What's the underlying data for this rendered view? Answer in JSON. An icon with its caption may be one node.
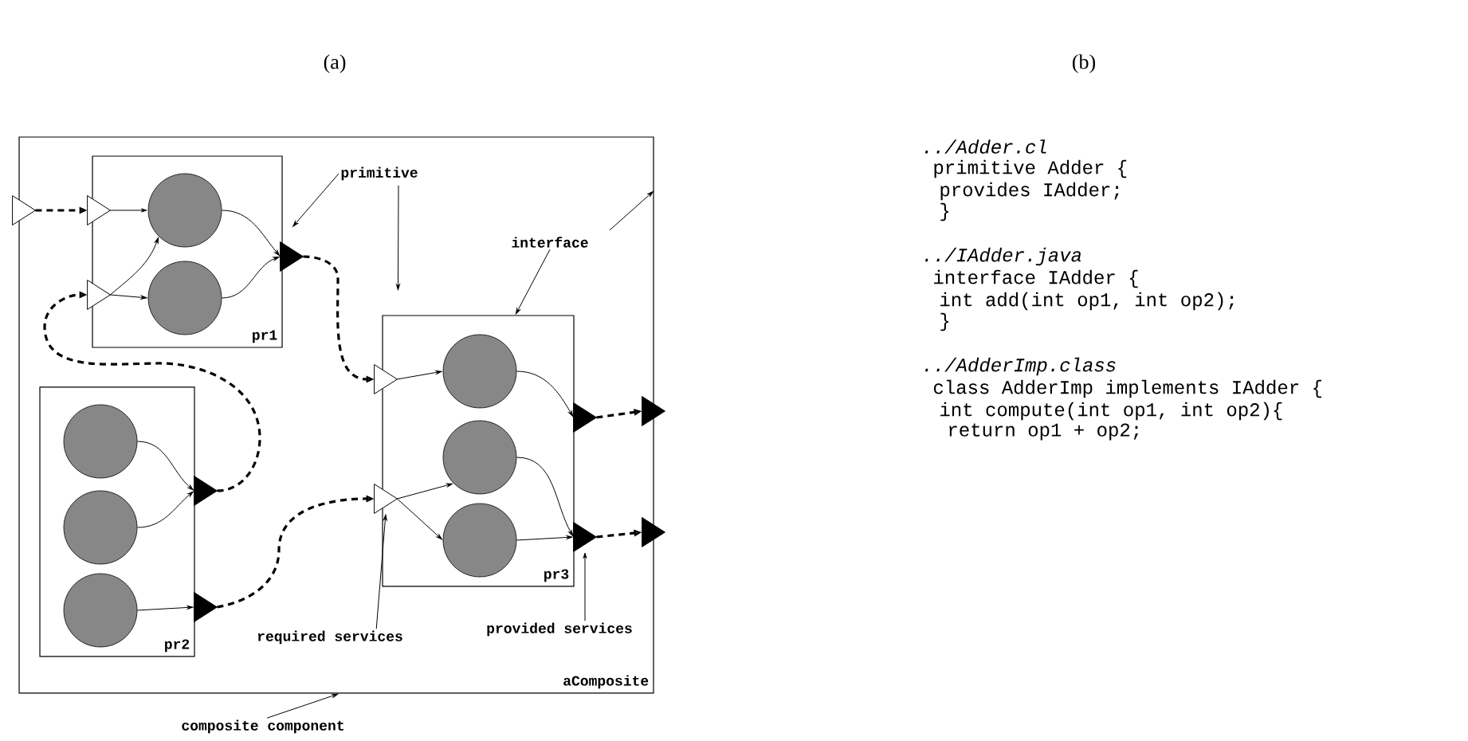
{
  "diagram": {
    "nodes": [
      {
        "text": [
          "aComposite"
        ]
      },
      {
        "text": [
          "pr1"
        ],
        "in": 0
      },
      {
        "text": [
          "pr2"
        ],
        "in": 0
      },
      {
        "text": [
          "pr3"
        ],
        "in": 0
      },
      {
        "text": [],
        "shape": "circle",
        "in": 1
      },
      {
        "text": [],
        "shape": "circle",
        "in": 1
      },
      {
        "text": [],
        "shape": "circle",
        "in": 2
      },
      {
        "text": [],
        "shape": "circle",
        "in": 2
      },
      {
        "text": [],
        "shape": "circle",
        "in": 2
      },
      {
        "text": [],
        "shape": "circle",
        "in": 3
      },
      {
        "text": [],
        "shape": "circle",
        "in": 3
      },
      {
        "text": [],
        "shape": "circle",
        "in": 3
      },
      {
        "text": [],
        "shape": "triangle"
      },
      {
        "text": [],
        "shape": "triangle",
        "in": 0
      },
      {
        "text": [],
        "shape": "triangle",
        "in": 0
      },
      {
        "text": [],
        "shape": "triangle",
        "in": 0
      },
      {
        "text": [],
        "shape": "triangle",
        "in": 0
      },
      {
        "text": [],
        "shape": "triangle",
        "in": 0
      },
      {
        "text": [],
        "shape": "triangle",
        "in": 0
      },
      {
        "text": [],
        "shape": "triangle",
        "in": 0
      },
      {
        "text": [],
        "shape": "triangle",
        "in": 0
      },
      {
        "text": [],
        "shape": "triangle",
        "in": 0
      },
      {
        "text": [],
        "shape": "triangle"
      },
      {
        "text": [],
        "shape": "triangle"
      },
      {
        "text": [
          "primitive"
        ],
        "in": 0
      },
      {
        "text": [
          "interface"
        ],
        "in": 0
      },
      {
        "text": [
          "required services"
        ],
        "in": 0
      },
      {
        "text": [
          "provided services"
        ],
        "in": 0
      },
      {
        "text": [
          "composite component"
        ]
      }
    ],
    "edges": [
      {
        "from": 12,
        "to": 13,
        "arrow": "to",
        "style": "dashed"
      },
      {
        "from": 16,
        "to": 14,
        "arrow": "to",
        "style": "dashed"
      },
      {
        "from": 15,
        "to": 18,
        "arrow": "to",
        "style": "dashed"
      },
      {
        "from": 17,
        "to": 19,
        "arrow": "to",
        "style": "dashed"
      },
      {
        "from": 20,
        "to": 22,
        "arrow": "to",
        "style": "dashed"
      },
      {
        "from": 21,
        "to": 23,
        "arrow": "to",
        "style": "dashed"
      },
      {
        "from": 13,
        "to": 4,
        "arrow": "to"
      },
      {
        "from": 14,
        "to": 4,
        "arrow": "to"
      },
      {
        "from": 14,
        "to": 5,
        "arrow": "to"
      },
      {
        "from": 4,
        "to": 15,
        "arrow": "to"
      },
      {
        "from": 5,
        "to": 15,
        "arrow": "to"
      },
      {
        "from": 6,
        "to": 16,
        "arrow": "to"
      },
      {
        "from": 7,
        "to": 16,
        "arrow": "to"
      },
      {
        "from": 8,
        "to": 17,
        "arrow": "to"
      },
      {
        "from": 18,
        "to": 9,
        "arrow": "to"
      },
      {
        "from": 19,
        "to": 10,
        "arrow": "to"
      },
      {
        "from": 19,
        "to": 11,
        "arrow": "to"
      },
      {
        "from": 9,
        "to": 20,
        "arrow": "to"
      },
      {
        "from": 10,
        "to": 21,
        "arrow": "to"
      },
      {
        "from": 11,
        "to": 21,
        "arrow": "to"
      },
      {
        "from": 24,
        "to": 1,
        "arrow": "to"
      },
      {
        "from": 24,
        "to": 3,
        "arrow": "to"
      },
      {
        "from": 25,
        "to": 3,
        "arrow": "to"
      },
      {
        "from": 25,
        "to": 0,
        "arrow": "to"
      },
      {
        "from": 26,
        "to": 19,
        "arrow": "to"
      },
      {
        "from": 27,
        "to": 21,
        "arrow": "to"
      },
      {
        "from": 28,
        "to": 0,
        "arrow": "to"
      }
    ],
    "labels": [
      "(a)",
      "(b)",
      "../Adder.cl",
      "primitive Adder {",
      "provides IAdder;",
      "}",
      "../IAdder.java",
      "interface IAdder {",
      "int add(int op1, int op2);",
      "}",
      "../AdderImp.class",
      "class AdderImp implements IAdder {",
      "int compute(int op1, int op2){",
      "return op1 + op2;"
    ]
  }
}
